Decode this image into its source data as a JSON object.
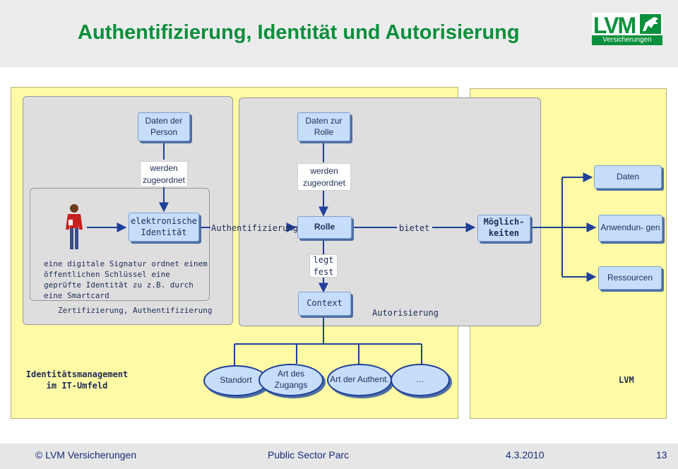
{
  "header": {
    "title": "Authentifizierung, Identität und Autorisierung"
  },
  "logo": {
    "text": "LVM",
    "subtitle": "Versicherungen"
  },
  "nodes": {
    "daten_person": "Daten der Person",
    "daten_rolle": "Daten zur Rolle",
    "werden_zugeordnet_1": "werden zugeordnet",
    "werden_zugeordnet_2": "werden zugeordnet",
    "daten": "Daten",
    "elektronische_identitaet": "elektronische Identität",
    "authentifizierung": "Authentifizierung",
    "rolle": "Rolle",
    "bietet": "bietet",
    "moeglichkeiten": "Möglich- keiten",
    "anwendungen": "Anwendun- gen",
    "signatur_text": "eine digitale Signatur ordnet einem öffentlichen Schlüssel eine geprüfte Identität zu z.B. durch eine Smartcard",
    "legt_fest": "legt fest",
    "ressourcen": "Ressourcen",
    "zertifizierung": "Zertifizierung, Authentifizierung",
    "context": "Context",
    "autorisierung": "Autorisierung",
    "identitaetsmanagement": "Identitätsmanagement im IT-Umfeld",
    "standort": "Standort",
    "art_des_zugangs": "Art des Zugangs",
    "art_der_authent": "Art der Authent.",
    "weitere": "…",
    "lvm": "LVM"
  },
  "footer": {
    "copyright": "© LVM Versicherungen",
    "event": "Public Sector Parc",
    "date": "4.3.2010",
    "page": "13"
  },
  "colors": {
    "title_green": "#0a8f3c",
    "panel_yellow": "#fffaa6",
    "panel_grey": "#dedede",
    "box_blue": "#c6defb",
    "arrow_navy": "#1f3f99",
    "text_navy": "#1f2c56"
  }
}
